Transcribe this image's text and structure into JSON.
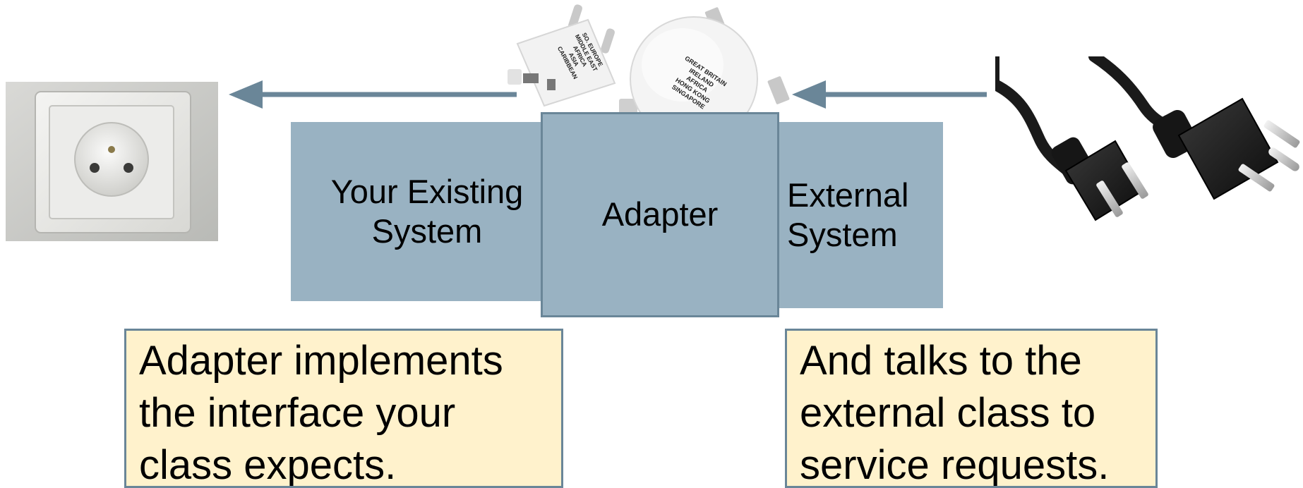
{
  "diagram": {
    "boxes": {
      "existing": "Your Existing\nSystem",
      "adapter": "Adapter",
      "external": "External\nSystem"
    },
    "notes": {
      "left": "Adapter implements\nthe interface your\nclass expects.",
      "right": "And talks to the\nexternal class to\nservice requests."
    },
    "adapter_labels": {
      "small": [
        "SO. EUROPE",
        "MIDDLE EAST",
        "AFRICA",
        "ASIA",
        "CARIBBEAN"
      ],
      "large": [
        "GREAT BRITAIN",
        "IRELAND",
        "AFRICA",
        "HONG KONG",
        "SINGAPORE"
      ]
    },
    "colors": {
      "box_fill": "#99b2c2",
      "box_border": "#6a8698",
      "note_fill": "#fff2cc",
      "arrow": "#6a8698"
    }
  }
}
